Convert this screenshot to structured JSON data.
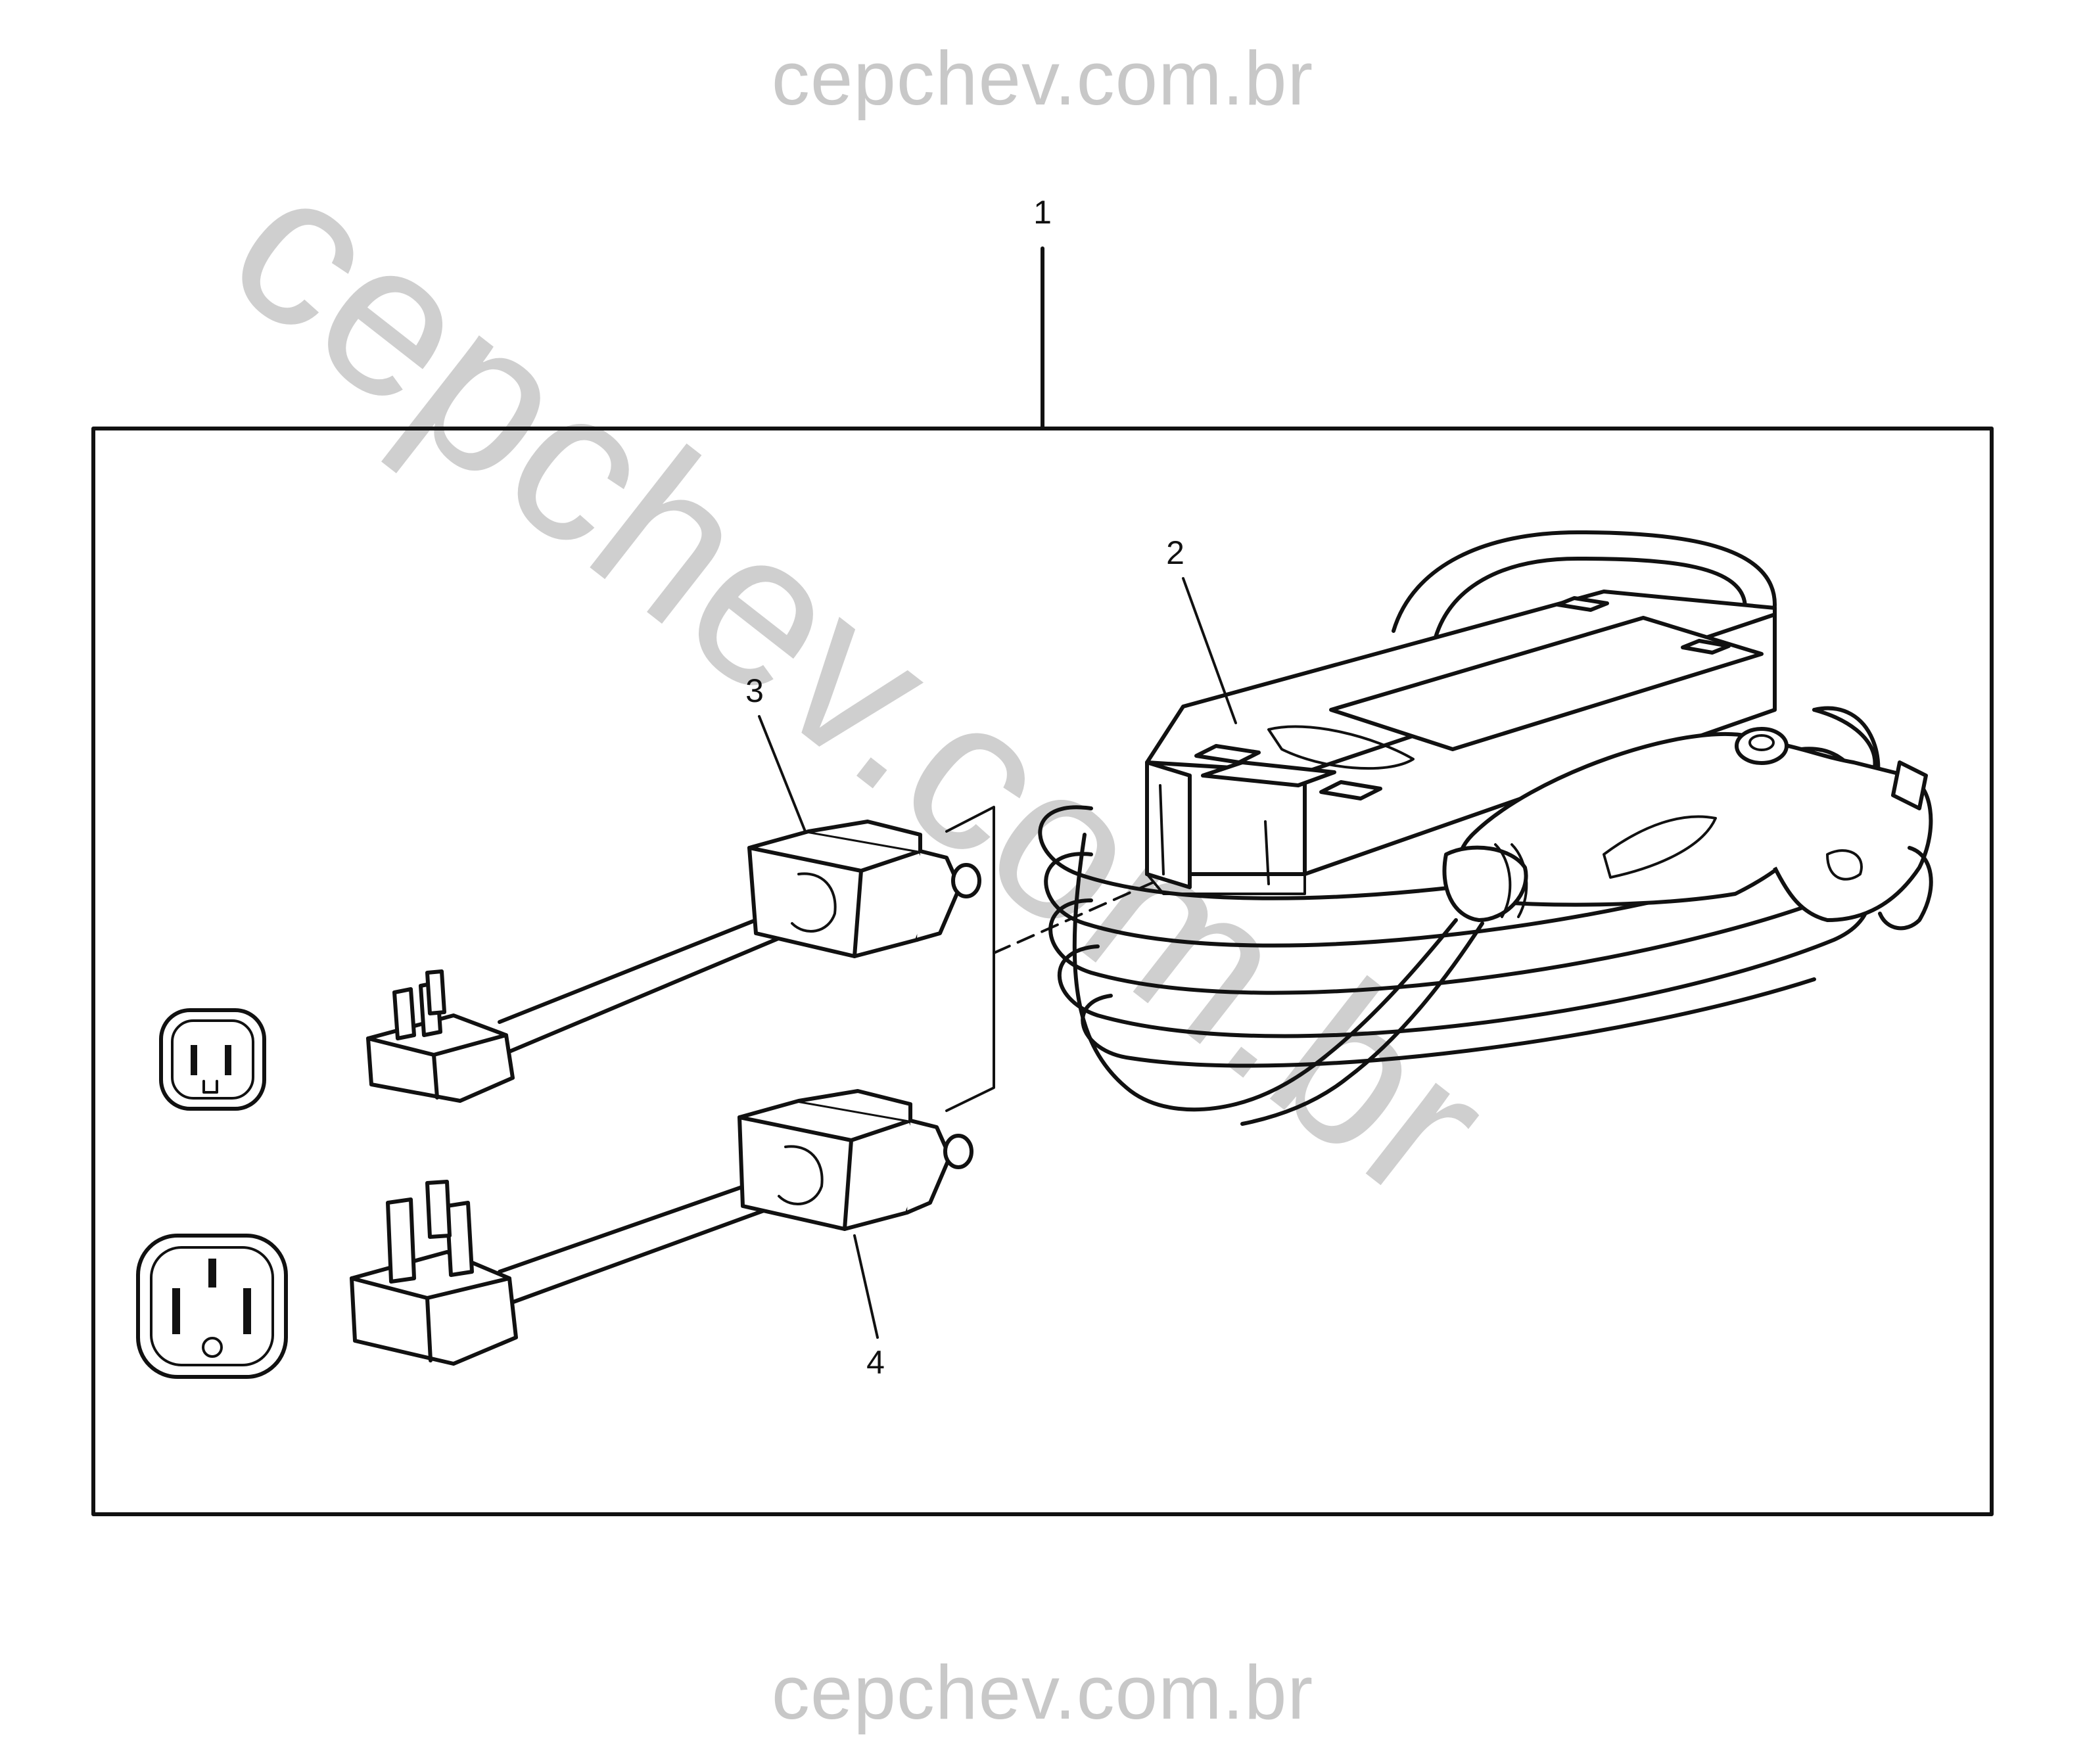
{
  "watermark": {
    "top_text": "cepchev.com.br",
    "bottom_text": "cepchev.com.br",
    "diagonal_text": "cepchev.com.br",
    "color": "#c8c8c8"
  },
  "callouts": [
    {
      "id": "1",
      "label": "1"
    },
    {
      "id": "2",
      "label": "2"
    },
    {
      "id": "3",
      "label": "3"
    },
    {
      "id": "4",
      "label": "4"
    }
  ],
  "parts": {
    "outlet_120v": "120V outlet icon",
    "outlet_240v": "240V outlet icon",
    "charge_cord_unit": "charging cord control unit with coiled cable",
    "plug_adapter_small": "120V plug adapter",
    "plug_adapter_large": "240V plug adapter"
  },
  "colors": {
    "line": "#111111",
    "background": "#ffffff",
    "watermark": "#c8c8c8"
  }
}
